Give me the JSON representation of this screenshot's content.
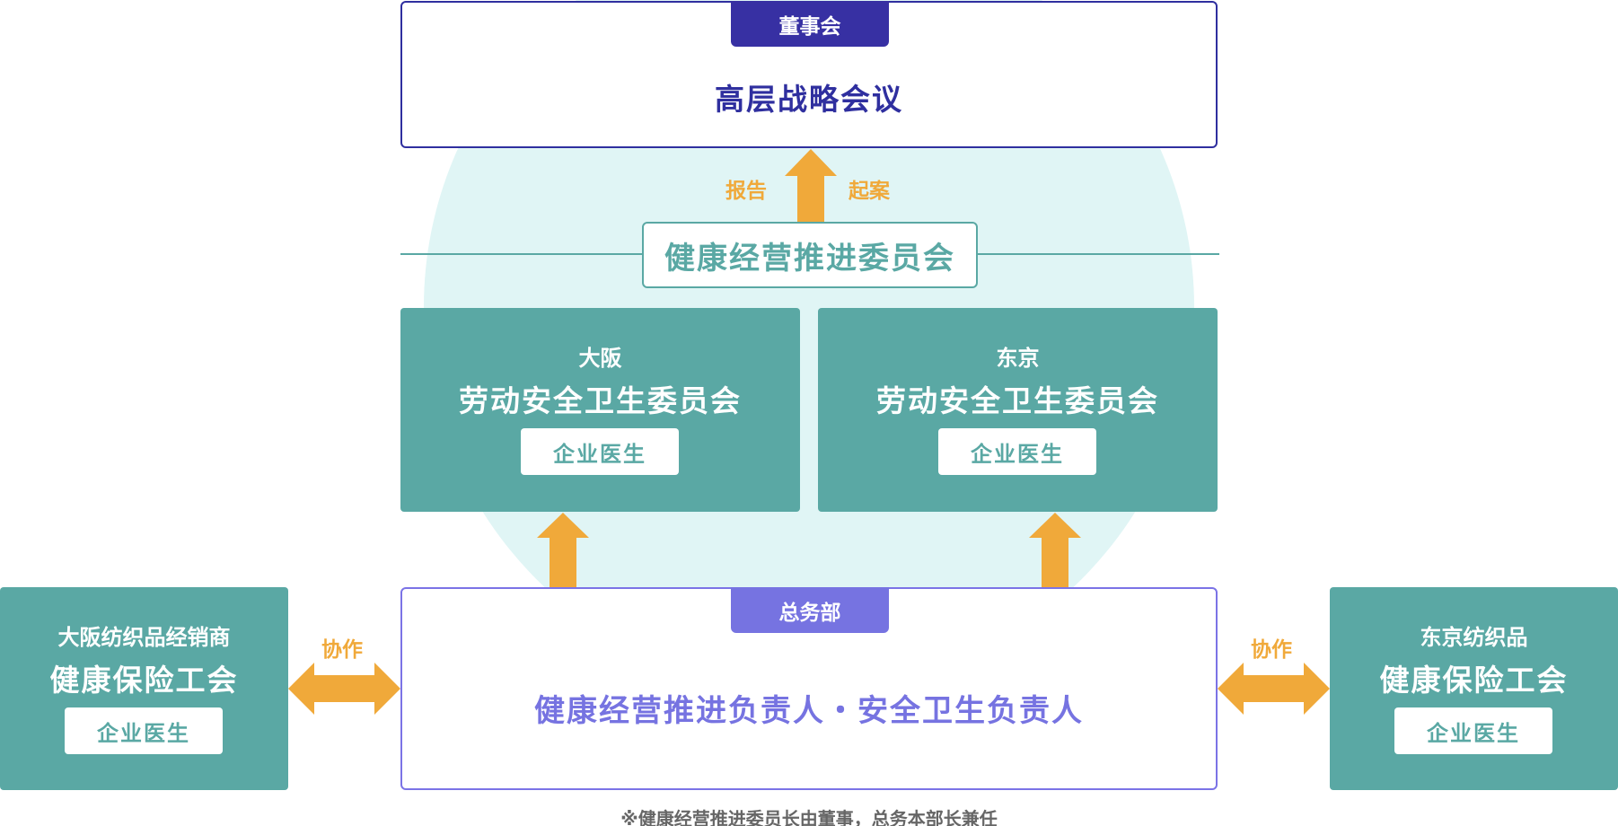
{
  "top": {
    "tab_label": "董事会",
    "title": "高层战略会议"
  },
  "arrow_up_labels": {
    "left": "报告",
    "right": "起案"
  },
  "promotion_committee": "健康经营推进委员会",
  "safety_committees": [
    {
      "location": "大阪",
      "name": "劳动安全卫生委员会",
      "doctor": "企业医生"
    },
    {
      "location": "东京",
      "name": "劳动安全卫生委员会",
      "doctor": "企业医生"
    }
  ],
  "general_affairs": {
    "tab_label": "总务部",
    "title": "健康经营推进负责人・安全卫生负责人"
  },
  "collaboration_label_left": "协作",
  "collaboration_label_right": "协作",
  "unions": [
    {
      "line1": "大阪纺织品经销商",
      "line2": "健康保险工会",
      "doctor": "企业医生"
    },
    {
      "line1": "东京纺织品",
      "line2": "健康保险工会",
      "doctor": "企业医生"
    }
  ],
  "footnote": "※健康经营推进委员长由董事，总务本部长兼任",
  "colors": {
    "navy": "#3730a3",
    "teal": "#5aa8a4",
    "orange": "#f0a93a",
    "lavender": "#7673e1",
    "circle": "#e0f5f5"
  }
}
